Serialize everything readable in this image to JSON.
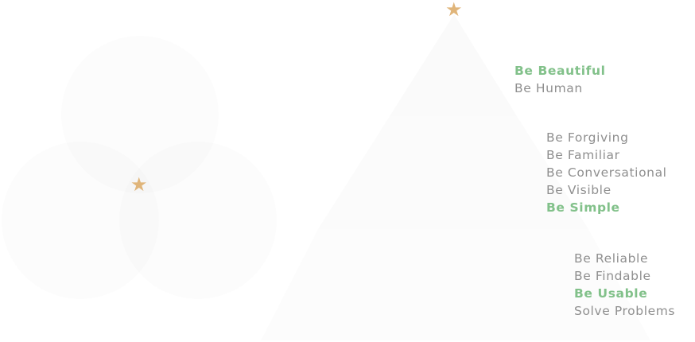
{
  "colors": {
    "star": "#e0b57a",
    "highlight": "#82c18a",
    "text": "#8f8f8f"
  },
  "icons": {
    "star": "★"
  },
  "pyramid_tiers": [
    {
      "items": [
        {
          "label": "Be Beautiful",
          "highlight": true
        },
        {
          "label": "Be Human",
          "highlight": false
        }
      ]
    },
    {
      "items": [
        {
          "label": "Be Forgiving",
          "highlight": false
        },
        {
          "label": "Be Familiar",
          "highlight": false
        },
        {
          "label": "Be Conversational",
          "highlight": false
        },
        {
          "label": "Be Visible",
          "highlight": false
        },
        {
          "label": "Be Simple",
          "highlight": true
        }
      ]
    },
    {
      "items": [
        {
          "label": "Be Reliable",
          "highlight": false
        },
        {
          "label": "Be Findable",
          "highlight": false
        },
        {
          "label": "Be Usable",
          "highlight": true
        },
        {
          "label": "Solve Problems",
          "highlight": false
        }
      ]
    }
  ]
}
